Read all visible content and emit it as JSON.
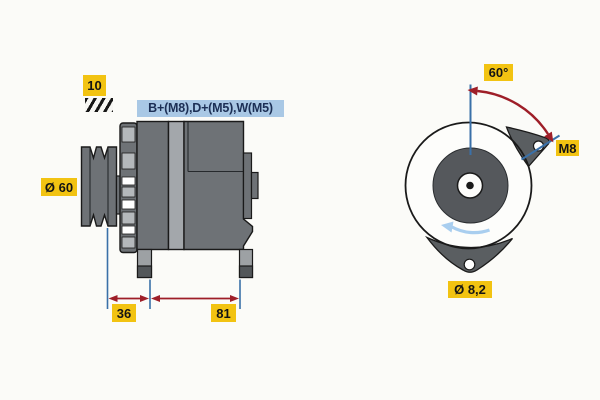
{
  "diagram": {
    "title": "alternator-technical-drawing",
    "side_view": {
      "belt_width_label": "10",
      "terminals_label": "B+(M8),D+(M5),W(M5)",
      "pulley_diameter_label": "Ø 60",
      "dim_front_label": "36",
      "dim_mounting_label": "81"
    },
    "rear_view": {
      "mounting_angle_label": "60°",
      "bolt_thread_label": "M8",
      "hole_diameter_label": "Ø 8,2"
    },
    "colors": {
      "background": "#fbfbf8",
      "label_yellow": "#f2c312",
      "label_blue_bg": "#a9c8e5",
      "label_blue_text": "#1c2f55",
      "dimension_red": "#9e1e28",
      "dimension_blue": "#3a70a8",
      "rotation_arrow_blue": "#a9ceef",
      "body_gray": "#6e7276",
      "stator_gray": "#a3a7ab",
      "blade_gray": "#b4b8bb",
      "inner_circle_gray": "#55585c",
      "outline": "#1a1a1a"
    }
  }
}
